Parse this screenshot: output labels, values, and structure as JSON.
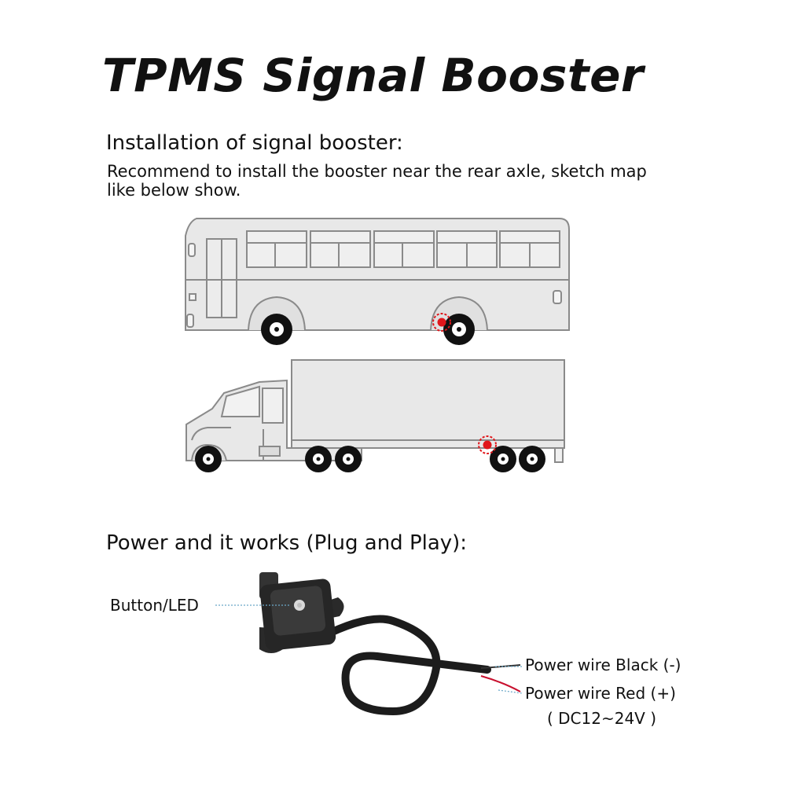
{
  "title": "TPMS Signal Booster",
  "installation": {
    "heading": "Installation of signal booster:",
    "description": "Recommend to install the booster near the rear axle, sketch map like below show."
  },
  "power": {
    "heading": "Power and it works (Plug and Play):",
    "labels": {
      "button_led": "Button/LED",
      "black_wire": "Power wire Black (-)",
      "red_wire": "Power wire Red (+)",
      "voltage": "( DC12~24V )"
    }
  },
  "colors": {
    "marker": "#e0161b",
    "vehicle_fill": "#e8e8e8",
    "vehicle_stroke": "#8a8a8a",
    "device": "#2a2a2a"
  }
}
